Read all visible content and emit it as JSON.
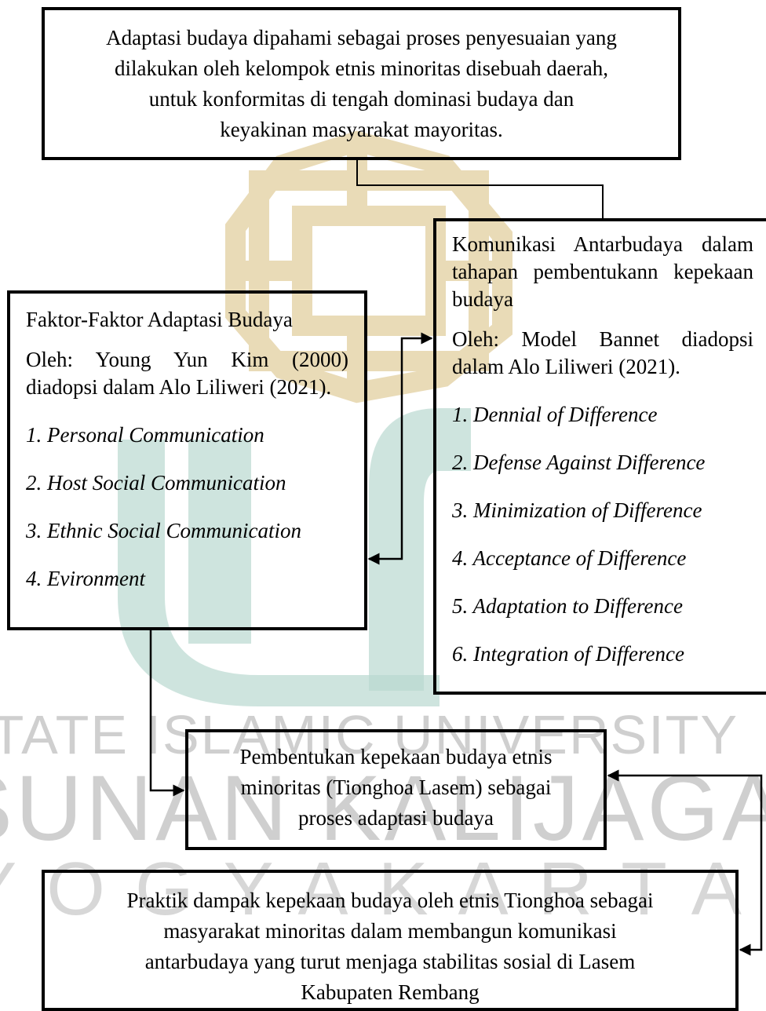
{
  "watermark": {
    "line1": "STATE ISLAMIC UNIVERSITY",
    "line2": "SUNAN KALIJAGA",
    "line3": "YOGYAKARTA",
    "colors": {
      "gold": "#e2cfa0",
      "green": "#b9d9d0",
      "gray": "#cfcfcf"
    }
  },
  "top_box": {
    "lines": [
      "Adaptasi budaya dipahami sebagai proses penyesuaian yang",
      "dilakukan oleh kelompok etnis minoritas disebuah daerah,",
      "untuk konformitas di tengah dominasi budaya dan",
      "keyakinan masyarakat mayoritas."
    ]
  },
  "left_box": {
    "title": "Faktor-Faktor Adaptasi Budaya",
    "source": "Oleh: Young Yun Kim (2000) diadopsi dalam Alo Liliweri (2021).",
    "items": [
      "1. Personal Communication",
      "2. Host Social Communication",
      "3. Ethnic Social Communication",
      "4. Evironment"
    ]
  },
  "right_box": {
    "title": "Komunikasi Antarbudaya dalam tahapan pembentukann kepekaan budaya",
    "source": "Oleh: Model Bannet diadopsi dalam Alo Liliweri (2021).",
    "items": [
      "1. Dennial of Difference",
      "2. Defense Against Difference",
      "3. Minimization of Difference",
      "4. Acceptance of Difference",
      "5. Adaptation to Difference",
      "6. Integration of Difference"
    ]
  },
  "middle_box": {
    "lines": [
      "Pembentukan kepekaan budaya etnis",
      "minoritas (Tionghoa Lasem) sebagai",
      "proses adaptasi budaya"
    ]
  },
  "bottom_box": {
    "lines": [
      "Praktik dampak kepekaan budaya oleh etnis Tionghoa sebagai",
      "masyarakat minoritas dalam membangun komunikasi",
      "antarbudaya yang turut menjaga stabilitas sosial di Lasem",
      "Kabupaten Rembang"
    ]
  }
}
